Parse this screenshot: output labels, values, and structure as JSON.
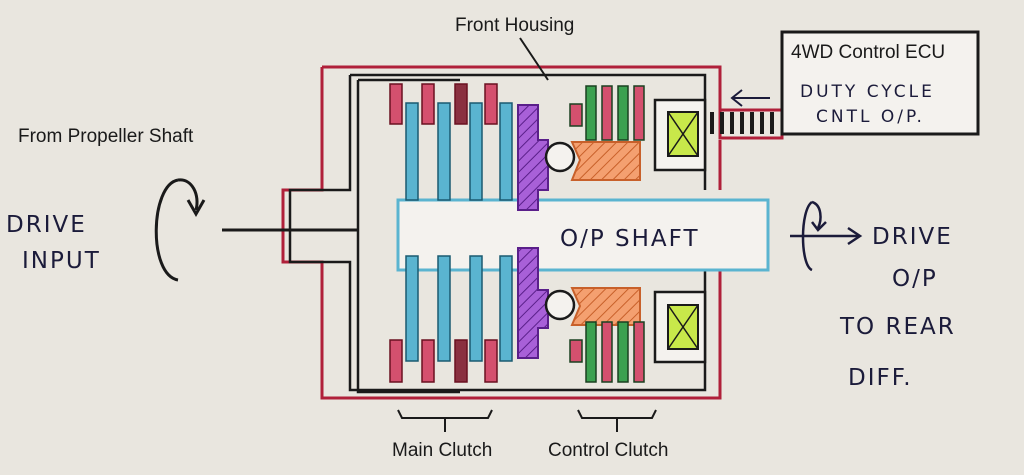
{
  "labels": {
    "front_housing": "Front Housing",
    "from_propeller_shaft": "From Propeller Shaft",
    "ecu_title": "4WD Control ECU",
    "ecu_line1": "DUTY CYCLE",
    "ecu_line2": "CNTL O/P.",
    "drive_input_1": "DRIVE",
    "drive_input_2": "INPUT",
    "op_shaft": "O/P SHAFT",
    "drive_out_1": "DRIVE",
    "drive_out_2": "O/P",
    "drive_out_3": "TO REAR",
    "drive_out_4": "DIFF.",
    "main_clutch": "Main Clutch",
    "control_clutch": "Control Clutch"
  },
  "colors": {
    "housing": "#b0203a",
    "plate_pink": "#d4506e",
    "plate_blue": "#5ab4d0",
    "cam_purple": "#8a3fc0",
    "cam_orange": "#f08a50",
    "coil_green": "#c8e84a",
    "plate_green": "#3ca050",
    "ink": "#1b1b3a"
  }
}
